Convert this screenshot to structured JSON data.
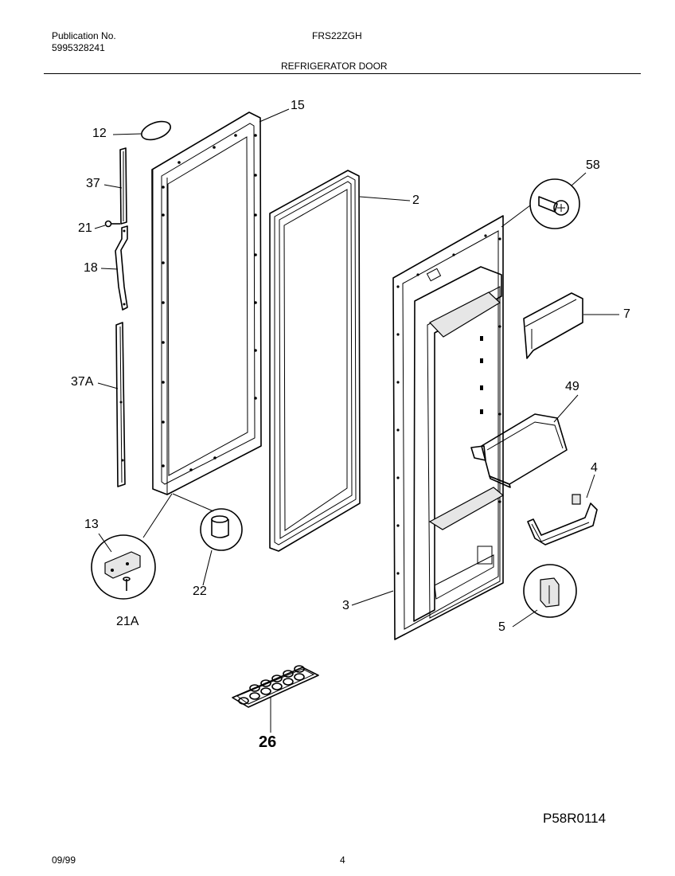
{
  "header": {
    "publication_label": "Publication No.",
    "publication_number": "5995328241",
    "model": "FRS22ZGH",
    "section_title": "REFRIGERATOR DOOR"
  },
  "callouts": {
    "c12": "12",
    "c15": "15",
    "c37": "37",
    "c21": "21",
    "c18": "18",
    "c37a": "37A",
    "c13": "13",
    "c21a": "21A",
    "c22": "22",
    "c2": "2",
    "c58": "58",
    "c7": "7",
    "c49": "49",
    "c4": "4",
    "c3": "3",
    "c5": "5",
    "c26": "26"
  },
  "footer": {
    "drawing_code": "P58R0114",
    "date": "09/99",
    "page_number": "4"
  }
}
